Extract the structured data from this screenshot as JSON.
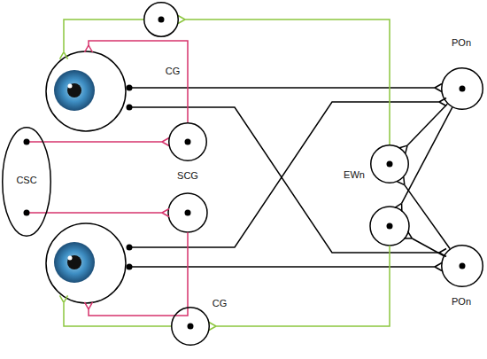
{
  "diagram": {
    "nodes": [
      {
        "text": [
          "CG"
        ]
      },
      {
        "text": [
          "CSC"
        ]
      },
      {
        "text": [
          "SCG"
        ]
      },
      {
        "text": [
          "EWn"
        ]
      },
      {
        "text": [
          "POn"
        ]
      },
      {
        "text": [
          "POn"
        ]
      },
      {
        "text": [
          "CG"
        ]
      }
    ],
    "edges": [
      {
        "from": 1,
        "to": 2,
        "arrow": "to"
      },
      {
        "from": 3,
        "to": 0,
        "arrow": "to"
      },
      {
        "from": 4,
        "to": 3,
        "arrow": "to"
      },
      {
        "from": 5,
        "to": 3,
        "arrow": "to"
      }
    ]
  }
}
